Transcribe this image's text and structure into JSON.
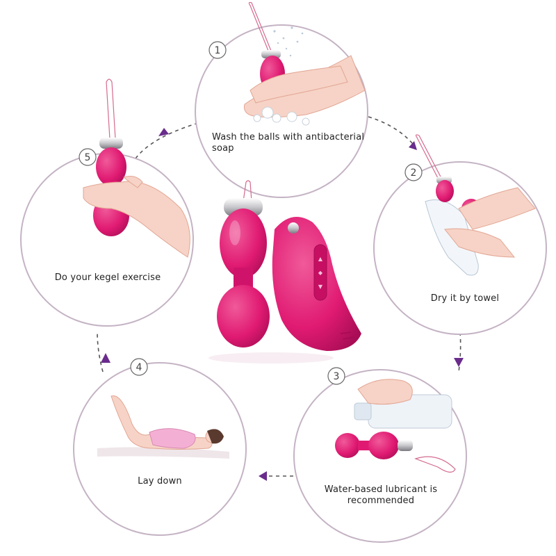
{
  "steps": [
    {
      "number": "1",
      "text": "Wash the balls with antibacterial soap"
    },
    {
      "number": "2",
      "text": "Dry it by towel"
    },
    {
      "number": "3",
      "text": "Water-based lubricant is recommended"
    },
    {
      "number": "4",
      "text": "Lay down"
    },
    {
      "number": "5",
      "text": "Do your kegel exercise"
    }
  ],
  "colors": {
    "circle_outline": "#c4b3c4",
    "arrow": "#6a2c8c",
    "product_pink": "#e01a72",
    "product_pink_dark": "#b0105a",
    "skin": "#f6d3c6",
    "ink": "#222222"
  }
}
